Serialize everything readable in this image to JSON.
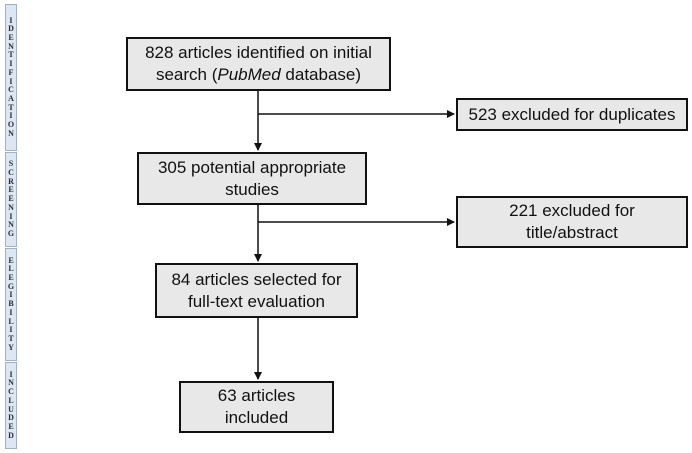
{
  "phases": [
    {
      "label": "IDENTIFICATION"
    },
    {
      "label": "SCREENING"
    },
    {
      "label": "ELEGIBILITY"
    },
    {
      "label": "INCLUDED"
    }
  ],
  "boxes": {
    "identified": {
      "text_before": "828 articles identified on initial search (",
      "text_italic": "PubMed",
      "text_after": " database)"
    },
    "excluded_duplicates": {
      "text": "523 excluded for duplicates"
    },
    "screened": {
      "text": "305 potential appropriate studies"
    },
    "excluded_title": {
      "text": "221 excluded for title/abstract"
    },
    "eligible": {
      "text": "84 articles selected for full-text evaluation"
    },
    "included": {
      "text": "63 articles included"
    }
  }
}
